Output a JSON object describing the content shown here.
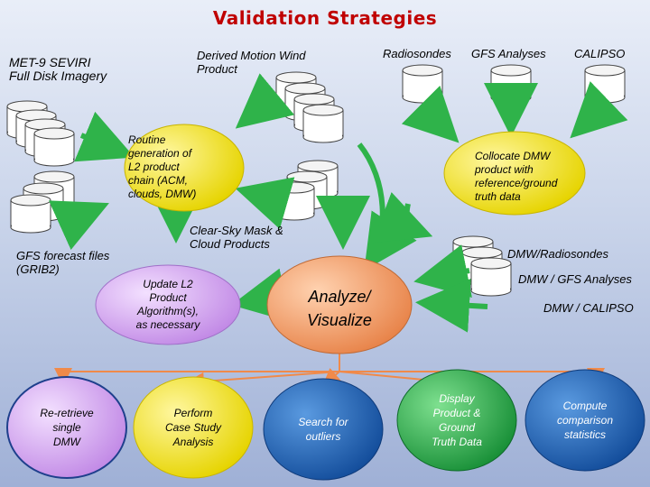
{
  "title": "Validation Strategies",
  "labels": {
    "seviri": "MET-9 SEVIRI\nFull Disk Imagery",
    "dmw_product": "Derived Motion Wind\nProduct",
    "radiosondes": "Radiosondes",
    "gfs_analyses": "GFS Analyses",
    "calipso": "CALIPSO",
    "gfs_forecast": "GFS forecast files\n(GRIB2)",
    "clear_sky": "Clear-Sky Mask &\nCloud Products",
    "dmw_radiosondes": "DMW/Radiosondes",
    "dmw_gfs": "DMW / GFS Analyses",
    "dmw_calipso": "DMW / CALIPSO"
  },
  "nodes": {
    "routine": "Routine\ngeneration of\nL2 product\nchain (ACM,\nclouds, DMW)",
    "collocate": "Collocate DMW\nproduct with\nreference/ground\ntruth data",
    "update": "Update L2\nProduct\nAlgorithm(s),\nas necessary",
    "analyze": "Analyze/\nVisualize",
    "reretrieve": "Re-retrieve\nsingle\nDMW",
    "case_study": "Perform\nCase Study\nAnalysis",
    "outliers": "Search for\noutliers",
    "display": "Display\nProduct &\nGround\nTruth Data",
    "compute": "Compute\ncomparison\nstatistics"
  },
  "colors": {
    "title": "#c00000",
    "routine": "#f2e62a",
    "collocate": "#f2e62a",
    "update": "#d5a6f0",
    "analyze": "#f4a36a",
    "reretrieve": "#cfa8ee",
    "case_study": "#f3e62c",
    "outliers": "#1f6fbf",
    "display": "#28b24a",
    "compute": "#1e5fb8",
    "arrow_green": "#2fb34a",
    "arrow_orange": "#f08a4a",
    "cylinder": "#ffffff"
  }
}
